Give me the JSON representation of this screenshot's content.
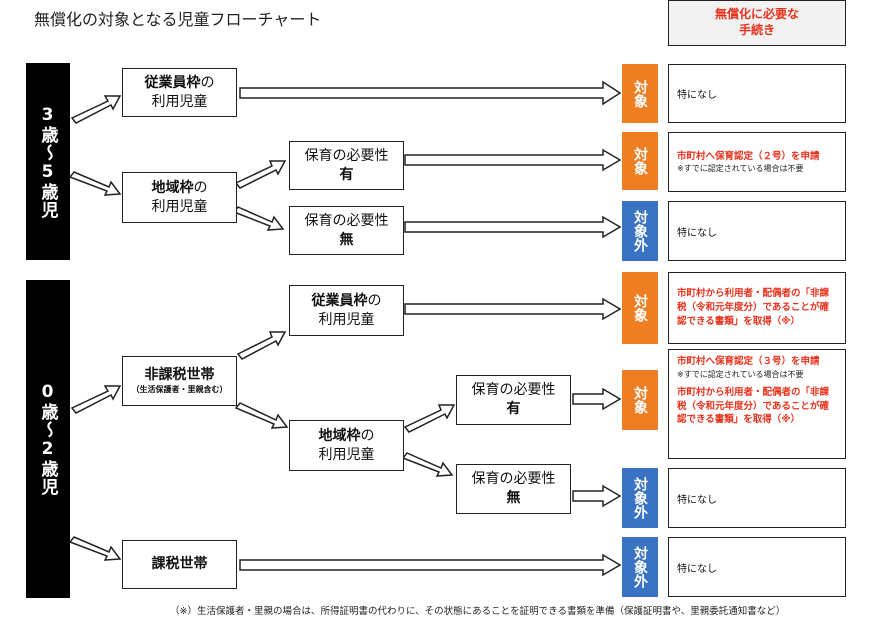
{
  "title": "無償化の対象となる児童フローチャート",
  "procedures_header": "無償化に必要な\n手続き",
  "age_groups": {
    "older": "3歳〜5歳児",
    "younger": "0歳〜2歳児"
  },
  "nodes": {
    "employee_frame_a": {
      "line1": "従業員枠",
      "line1_suffix": "の",
      "line2": "利用児童"
    },
    "regional_frame_a": {
      "line1": "地域枠",
      "line1_suffix": "の",
      "line2": "利用児童"
    },
    "need_yes_a": {
      "line1": "保育の必要性",
      "line2": "有"
    },
    "need_no_a": {
      "line1": "保育の必要性",
      "line2": "無"
    },
    "non_taxable": {
      "line1": "非課税世帯",
      "line2": "（生活保護者・里親含む）"
    },
    "employee_frame_b": {
      "line1": "従業員枠",
      "line1_suffix": "の",
      "line2": "利用児童"
    },
    "regional_frame_b": {
      "line1": "地域枠",
      "line1_suffix": "の",
      "line2": "利用児童"
    },
    "need_yes_b": {
      "line1": "保育の必要性",
      "line2": "有"
    },
    "need_no_b": {
      "line1": "保育の必要性",
      "line2": "無"
    },
    "taxable": {
      "line1": "課税世帯"
    }
  },
  "tags": {
    "target": "対象",
    "not_target": "対象外"
  },
  "procedures": {
    "none": "特になし",
    "cert2_title": "市町村へ保育認定（２号）を申請",
    "cert3_title": "市町村へ保育認定（３号）を申請",
    "already_note": "※すでに認定されている場合は不要",
    "docs_text": "市町村から利用者・配偶者の「非課税（令和元年度分）であることが確認できる書類」を取得（※）"
  },
  "footnote": "（※）生活保護者・里親の場合は、所得証明書の代わりに、その状態にあることを証明できる書類を準備（保護証明書や、里親委託通知書など）",
  "colors": {
    "target": "#ef7d22",
    "not_target": "#3a72c4",
    "procedure_text": "#e8321c"
  }
}
